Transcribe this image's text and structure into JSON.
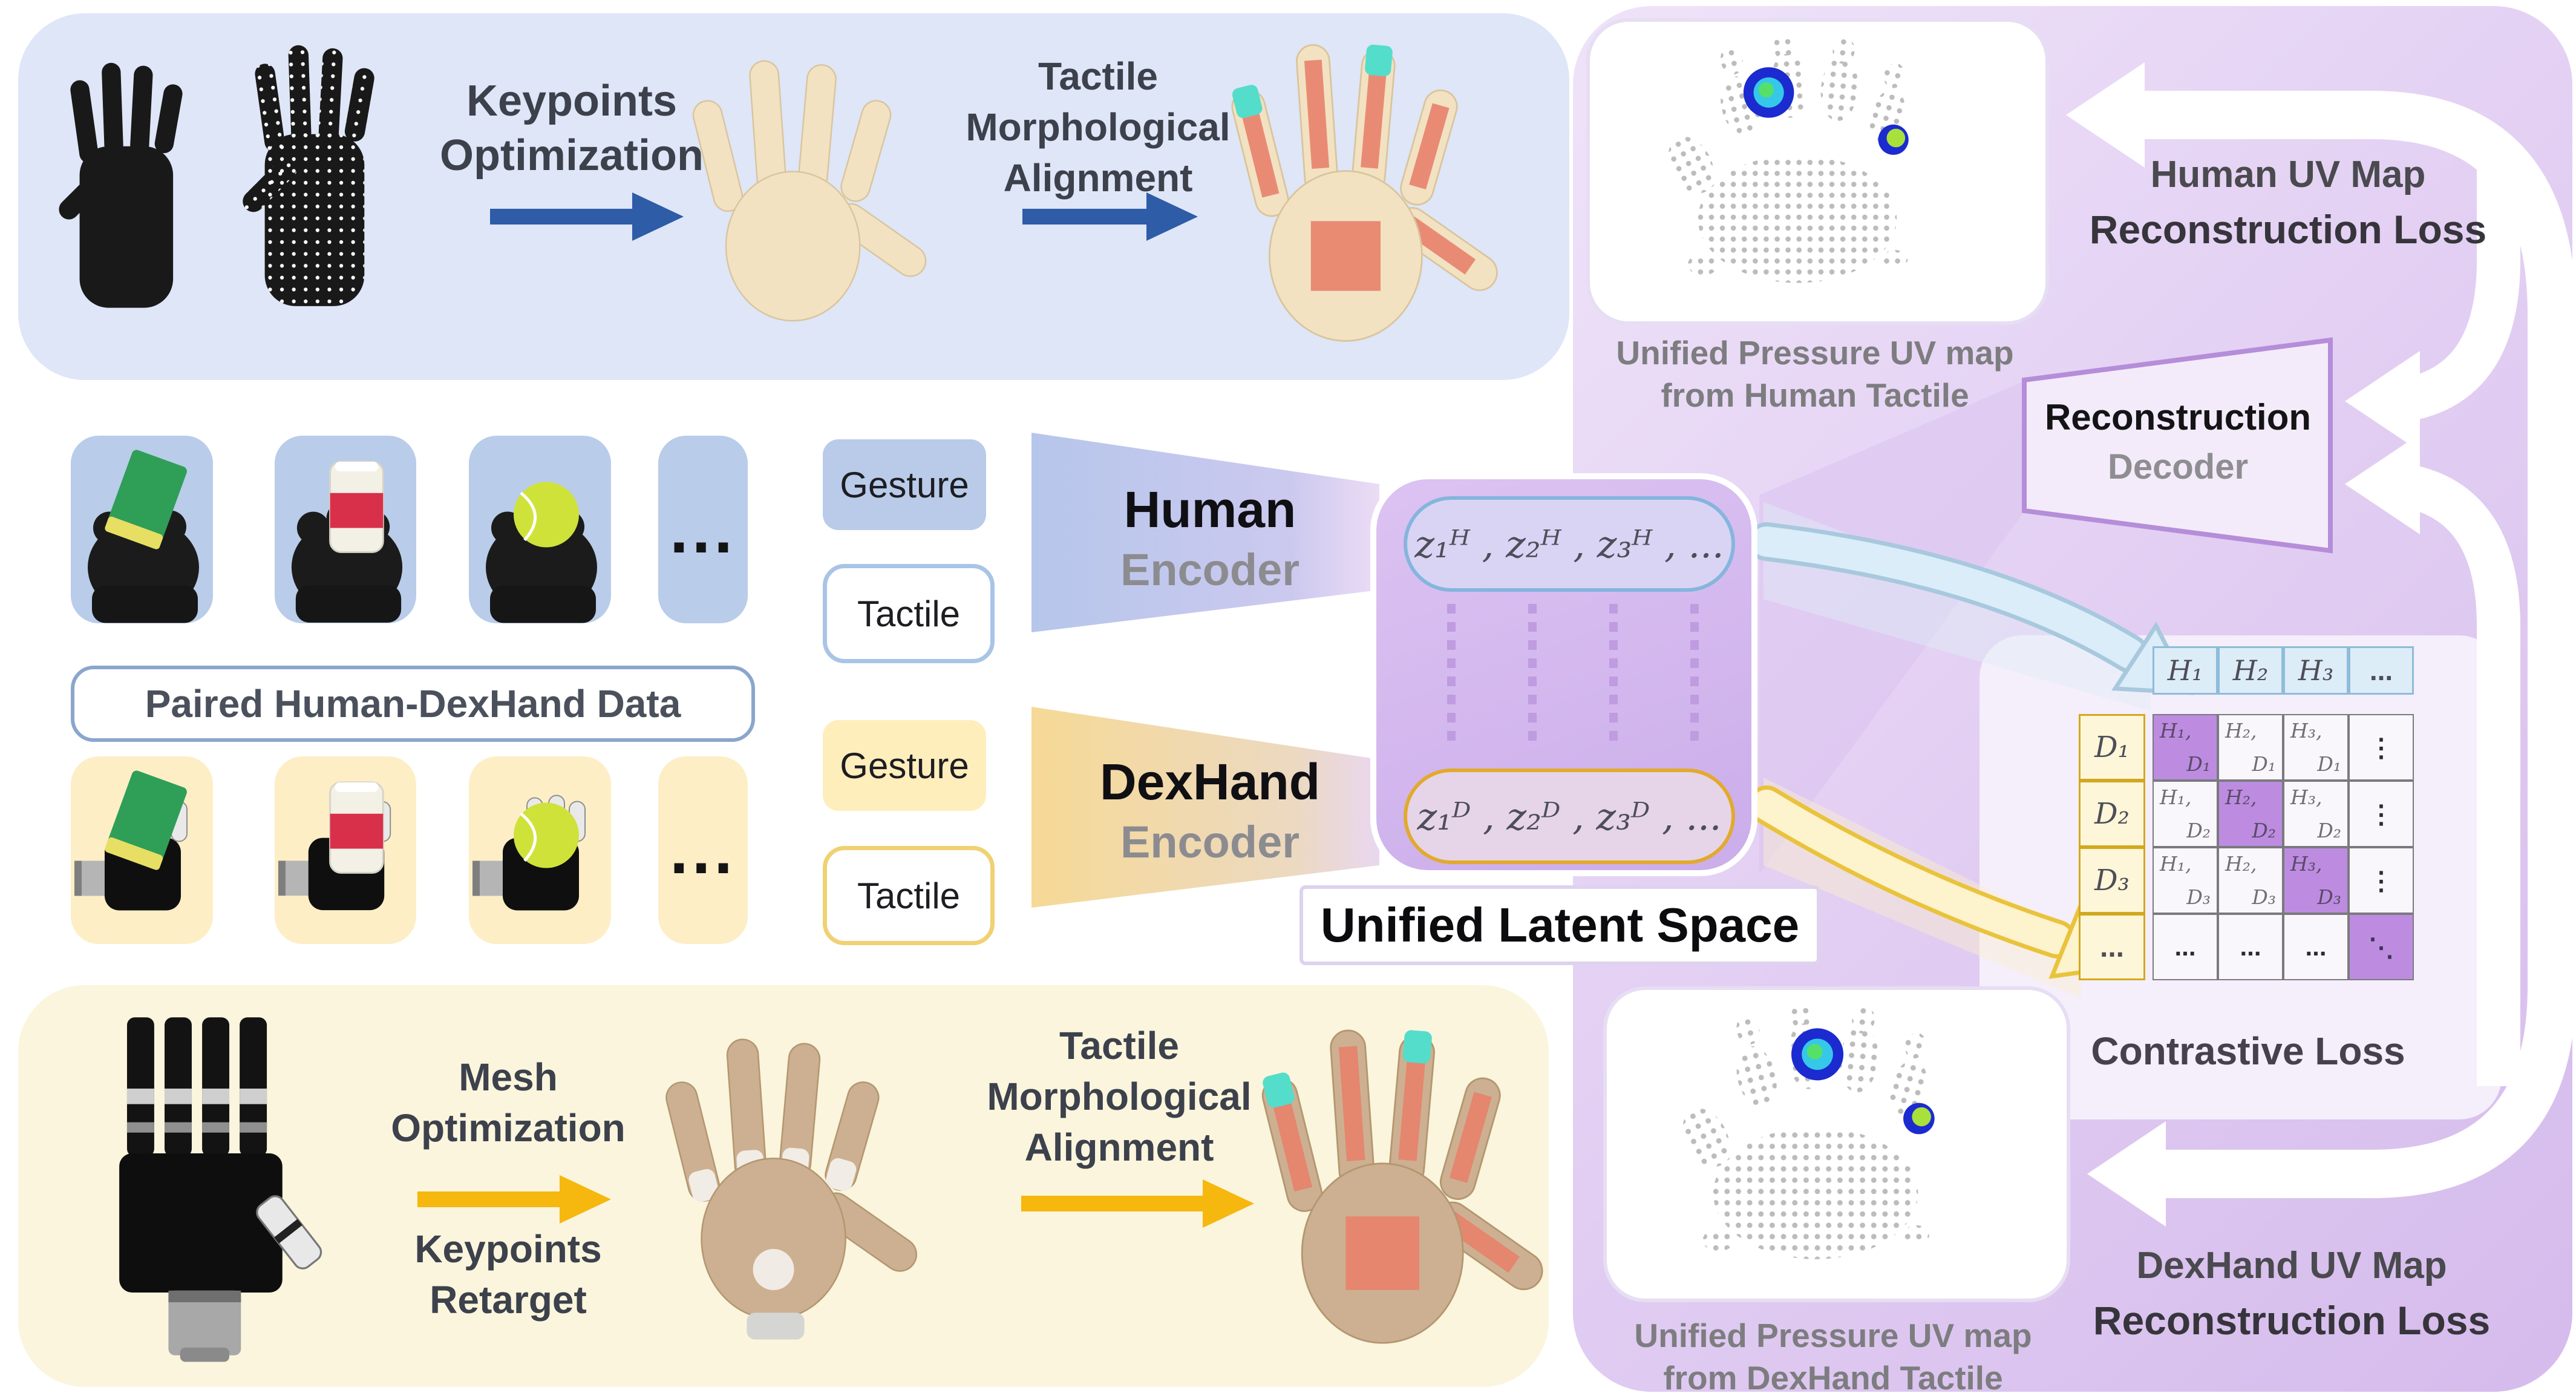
{
  "top_flow": {
    "step1": [
      "Keypoints",
      "Optimization"
    ],
    "step2": [
      "Tactile",
      "Morphological",
      "Alignment"
    ]
  },
  "bottom_flow": {
    "step1a": [
      "Mesh",
      "Optimization"
    ],
    "step1b": [
      "Keypoints",
      "Retarget"
    ],
    "step2": [
      "Tactile",
      "Morphological",
      "Alignment"
    ]
  },
  "paired_data": {
    "label": "Paired Human-DexHand Data",
    "more_human": "...",
    "more_dexhand": "..."
  },
  "encoders": {
    "human_inputs": {
      "gesture": "Gesture",
      "tactile": "Tactile"
    },
    "dexhand_inputs": {
      "gesture": "Gesture",
      "tactile": "Tactile"
    },
    "human": {
      "name": "Human",
      "role": "Encoder"
    },
    "dexhand": {
      "name": "DexHand",
      "role": "Encoder"
    }
  },
  "latent": {
    "human_codes": "z₁ᴴ , z₂ᴴ , z₃ᴴ , ...",
    "dexhand_codes": "z₁ᴰ , z₂ᴰ , z₃ᴰ , ...",
    "label": "Unified Latent Space"
  },
  "decoder": {
    "line1": "Reconstruction",
    "line2": "Decoder"
  },
  "losses": {
    "human_uv": [
      "Human UV Map",
      "Reconstruction Loss"
    ],
    "dexhand_uv": [
      "DexHand UV Map",
      "Reconstruction Loss"
    ],
    "contrastive": "Contrastive  Loss"
  },
  "uv_maps": {
    "human_caption": [
      "Unified Pressure UV map",
      "from Human Tactile"
    ],
    "dexhand_caption": [
      "Unified Pressure UV map",
      "from DexHand Tactile"
    ]
  },
  "matrix": {
    "col_headers": [
      "H₁",
      "H₂",
      "H₃",
      "..."
    ],
    "row_headers": [
      "D₁",
      "D₂",
      "D₃",
      "..."
    ],
    "cells": [
      [
        {
          "a": "H₁,",
          "b": "D₁"
        },
        {
          "a": "H₂,",
          "b": "D₁"
        },
        {
          "a": "H₃,",
          "b": "D₁"
        },
        {
          "c": "⋮"
        }
      ],
      [
        {
          "a": "H₁,",
          "b": "D₂"
        },
        {
          "a": "H₂,",
          "b": "D₂"
        },
        {
          "a": "H₃,",
          "b": "D₂"
        },
        {
          "c": "⋮"
        }
      ],
      [
        {
          "a": "H₁,",
          "b": "D₃"
        },
        {
          "a": "H₂,",
          "b": "D₃"
        },
        {
          "a": "H₃,",
          "b": "D₃"
        },
        {
          "c": "⋮"
        }
      ],
      [
        {
          "c": "..."
        },
        {
          "c": "..."
        },
        {
          "c": "..."
        },
        {
          "c": "⋱"
        }
      ]
    ]
  },
  "colors": {
    "accent_blue_arrow": "#2e5ca6",
    "accent_yellow_arrow": "#f6b70e",
    "human_blue": "#b9cce9",
    "dexhand_yellow": "#fdeebc",
    "latent_purple": "#cbadea",
    "diag_cell_purple": "#bd8ce1",
    "pressure_blue": "#1b2bd0",
    "pressure_green": "#55e06a"
  }
}
